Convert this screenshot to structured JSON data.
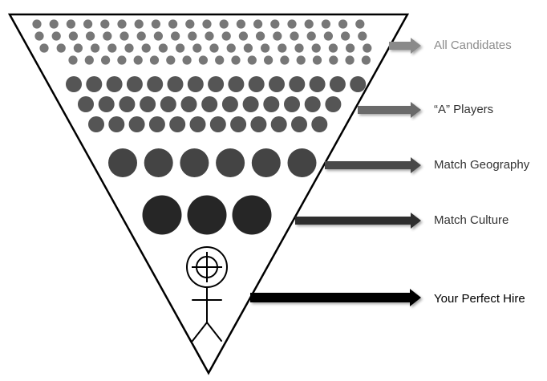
{
  "funnel": {
    "stages": [
      {
        "key": "all-candidates",
        "label": "All Candidates",
        "color": "#9a9a9a"
      },
      {
        "key": "a-players",
        "label": "“A” Players",
        "color": "#777777"
      },
      {
        "key": "match-geography",
        "label": "Match Geography",
        "color": "#555555"
      },
      {
        "key": "match-culture",
        "label": "Match Culture",
        "color": "#333333"
      },
      {
        "key": "perfect-hire",
        "label": "Your Perfect Hire",
        "color": "#000000"
      }
    ],
    "icons": {
      "target": "crosshair-target-icon",
      "person": "stick-figure-icon"
    }
  }
}
